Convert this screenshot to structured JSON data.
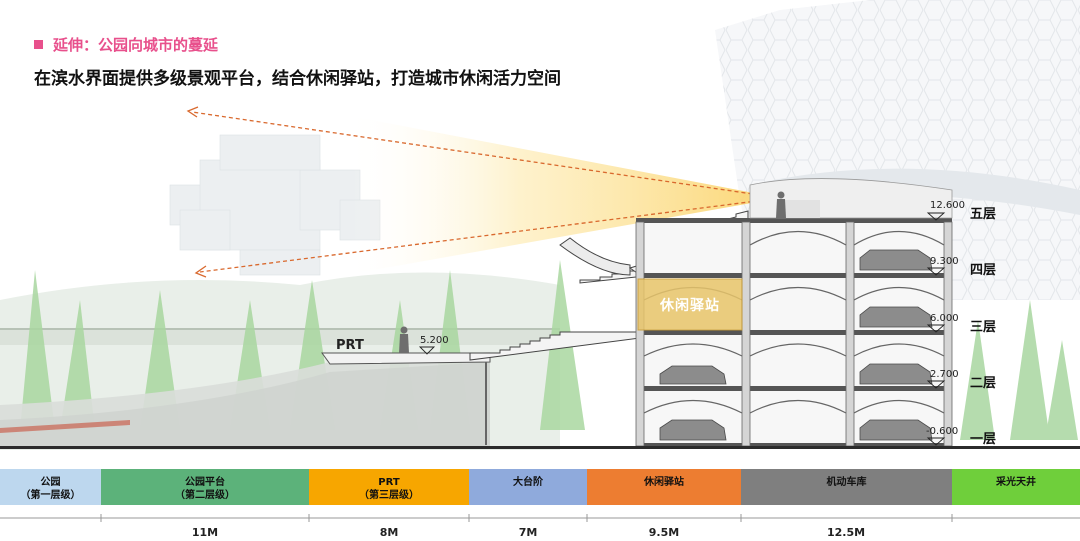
{
  "heading": "延伸：公园向城市的蔓延",
  "subheading": "在滨水界面提供多级景观平台，结合休闲驿站，打造城市休闲活力空间",
  "accent_color": "#e8508c",
  "floors": [
    {
      "name": "五层",
      "elevation": "12.600"
    },
    {
      "name": "四层",
      "elevation": "9.300"
    },
    {
      "name": "三层",
      "elevation": "6.000"
    },
    {
      "name": "二层",
      "elevation": "2.700"
    },
    {
      "name": "一层",
      "elevation": "-0.600"
    }
  ],
  "prt_label": "PRT",
  "prt_elevation": "5.200",
  "station_label": "休闲驿站",
  "zones": [
    {
      "line1": "公园",
      "line2": "（第一层级）",
      "color": "#bdd7ee"
    },
    {
      "line1": "公园平台",
      "line2": "（第二层级）",
      "color": "#5cb27a"
    },
    {
      "line1": "PRT",
      "line2": "（第三层级）",
      "color": "#f7a600"
    },
    {
      "line1": "大台阶",
      "line2": "",
      "color": "#8faadc"
    },
    {
      "line1": "休闲驿站",
      "line2": "",
      "color": "#ed7d31"
    },
    {
      "line1": "机动车库",
      "line2": "",
      "color": "#7f7f7f"
    },
    {
      "line1": "采光天井",
      "line2": "",
      "color": "#6fcf3b"
    }
  ],
  "dimensions": [
    "11M",
    "8M",
    "7M",
    "9.5M",
    "12.5M"
  ]
}
